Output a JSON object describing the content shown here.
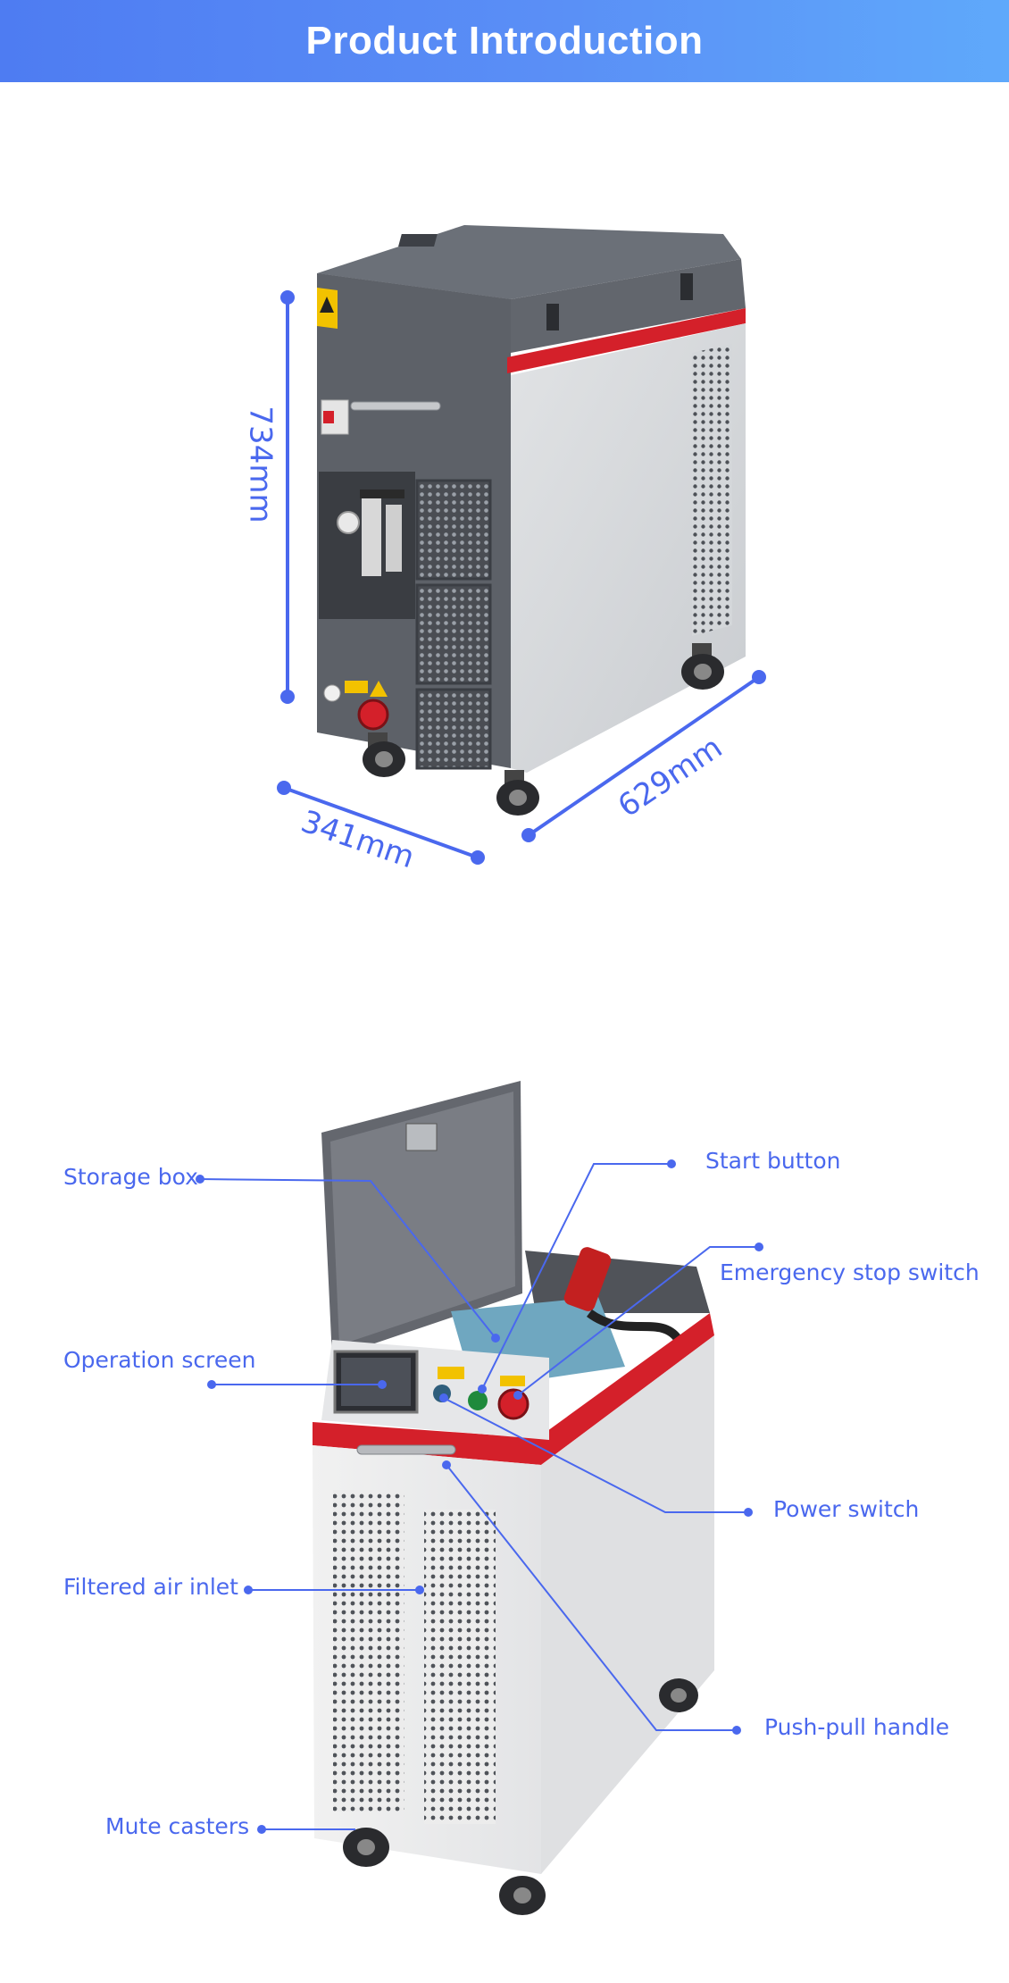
{
  "header": {
    "title": "Product Introduction"
  },
  "dimensions": {
    "height_label": "734mm",
    "width_label": "341mm",
    "depth_label": "629mm"
  },
  "callouts": {
    "storage_box": "Storage box",
    "operation_screen": "Operation screen",
    "filtered_air_inlet": "Filtered air inlet",
    "mute_casters": "Mute casters",
    "start_button": "Start button",
    "emergency_stop_switch": "Emergency stop switch",
    "power_switch": "Power switch",
    "push_pull_handle": "Push-pull handle"
  },
  "colors": {
    "accent": "#4a68ee",
    "header_start": "#4e7cf2",
    "header_end": "#5fa9fb",
    "machine_dark": "#5b5f66",
    "machine_light": "#d9dcdf",
    "stripe_red": "#d4202a"
  }
}
